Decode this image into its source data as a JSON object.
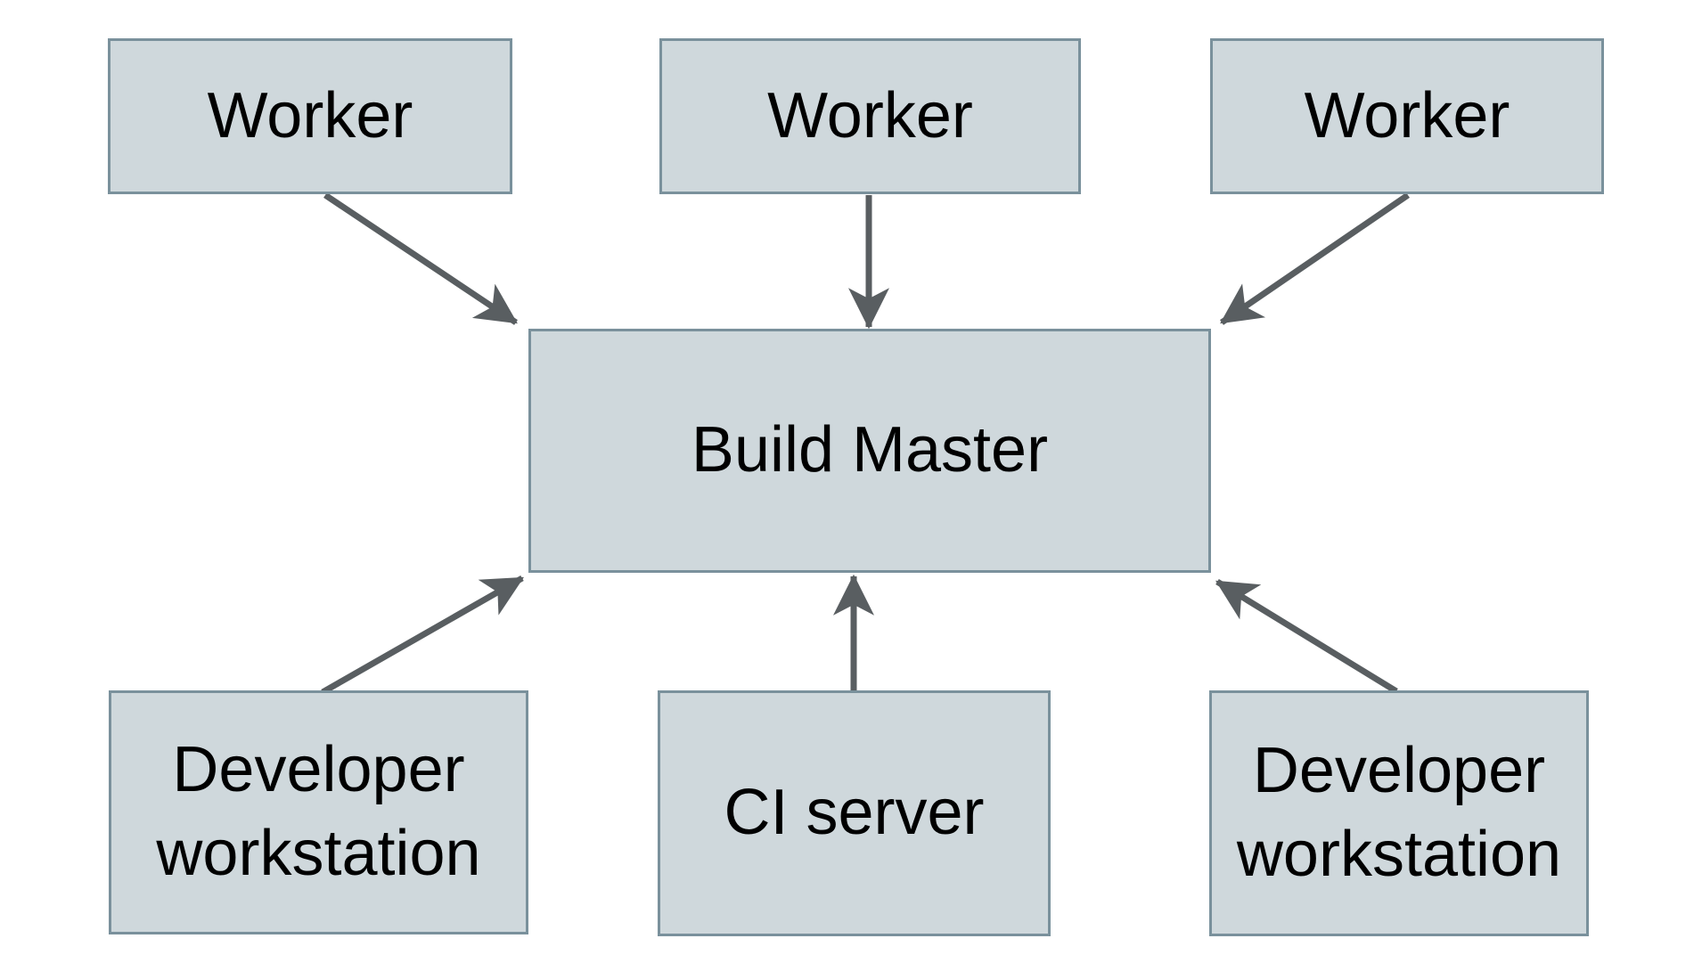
{
  "diagram": {
    "nodes": {
      "worker1": {
        "label": "Worker"
      },
      "worker2": {
        "label": "Worker"
      },
      "worker3": {
        "label": "Worker"
      },
      "build_master": {
        "label": "Build Master"
      },
      "dev_workstation_left": {
        "label": "Developer workstation"
      },
      "ci_server": {
        "label": "CI server"
      },
      "dev_workstation_right": {
        "label": "Developer workstation"
      }
    },
    "edges": [
      {
        "from": "worker1",
        "to": "build_master",
        "direction": "down-right"
      },
      {
        "from": "worker2",
        "to": "build_master",
        "direction": "down"
      },
      {
        "from": "worker3",
        "to": "build_master",
        "direction": "down-left"
      },
      {
        "from": "dev_workstation_left",
        "to": "build_master",
        "direction": "up-right"
      },
      {
        "from": "ci_server",
        "to": "build_master",
        "direction": "up"
      },
      {
        "from": "dev_workstation_right",
        "to": "build_master",
        "direction": "up-left"
      }
    ],
    "colors": {
      "node_fill": "#cfd8dc",
      "node_border": "#7a919c",
      "arrow": "#595e61",
      "text": "#000000",
      "background": "#ffffff"
    }
  }
}
